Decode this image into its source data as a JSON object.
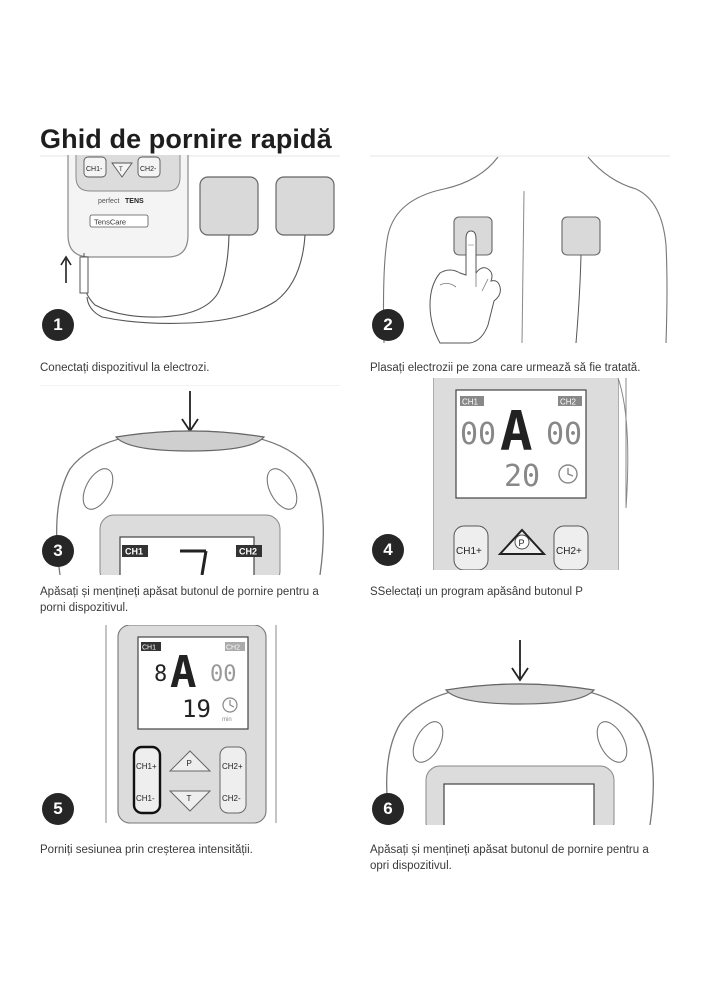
{
  "title": "Ghid de pornire rapidă",
  "device": {
    "brand_line1": "perfect",
    "brand_line2": "TENS",
    "maker": "TensCare",
    "ch1_minus": "CH1-",
    "ch2_minus": "CH2-",
    "ch1_plus": "CH1+",
    "ch2_plus": "CH2+",
    "ch1_tag": "CH1",
    "ch2_tag": "CH2",
    "p_label": "P",
    "t_label": "T"
  },
  "lcd4": {
    "left": "00",
    "program": "A",
    "right": "00",
    "timer": "20"
  },
  "lcd5": {
    "left": "8",
    "program": "A",
    "right": "00",
    "timer": "19",
    "timer_unit": "min"
  },
  "steps": [
    {
      "number": "1",
      "caption": "Conectați dispozitivul la electrozi."
    },
    {
      "number": "2",
      "caption": "Plasați electrozii pe zona care urmează să fie tratată."
    },
    {
      "number": "3",
      "caption": "Apăsați și mențineți apăsat butonul de pornire pentru a porni dispozitivul."
    },
    {
      "number": "4",
      "caption": "SSelectați un program apăsând butonul P"
    },
    {
      "number": "5",
      "caption": "Porniți sesiunea prin creșterea intensității."
    },
    {
      "number": "6",
      "caption": "Apăsați și mențineți apăsat butonul de pornire pentru a opri dispozitivul."
    }
  ]
}
